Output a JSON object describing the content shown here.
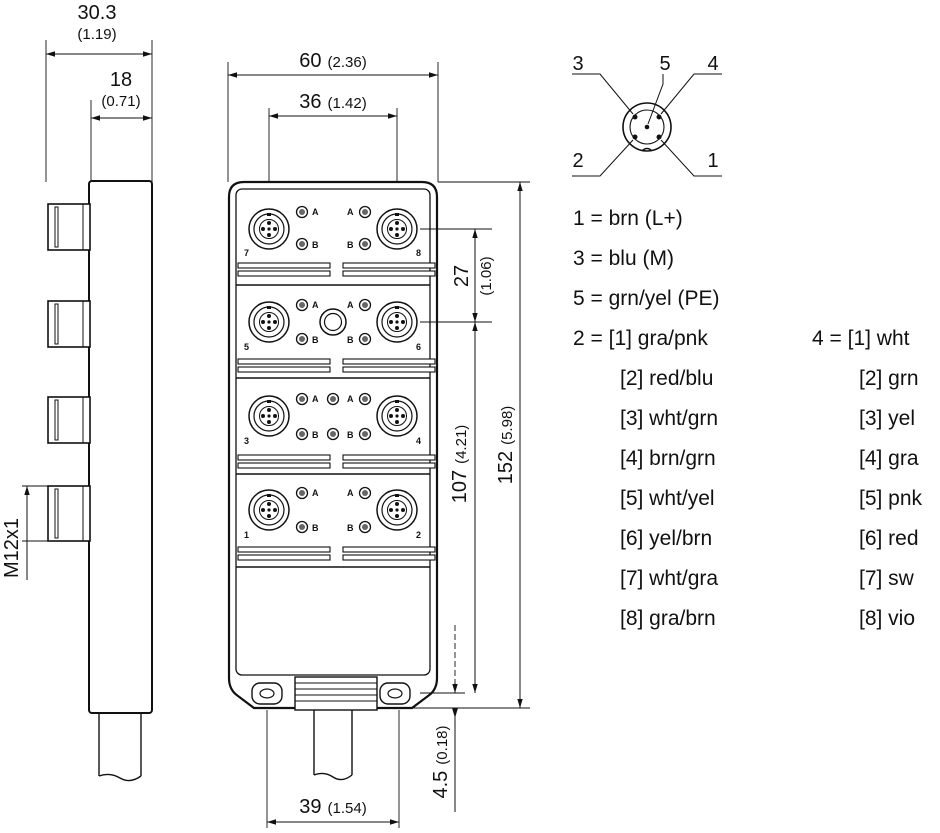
{
  "dimensions": {
    "side_total": "30.3",
    "side_total_in": "(1.19)",
    "side_body": "18",
    "side_body_in": "(0.71)",
    "connector_thread": "M12x1",
    "width": "60",
    "width_in": "(2.36)",
    "pitch_x": "36",
    "pitch_x_in": "(1.42)",
    "pitch_y": "27",
    "pitch_y_in": "(1.06)",
    "span": "107",
    "span_in": "(4.21)",
    "height": "152",
    "height_in": "(5.98)",
    "hole": "4.5",
    "hole_in": "(0.18)",
    "cable_spacing": "39",
    "cable_spacing_in": "(1.54)"
  },
  "port_numbers": [
    "7",
    "8",
    "5",
    "6",
    "3",
    "4",
    "1",
    "2"
  ],
  "led_labels": {
    "a": "A",
    "b": "B"
  },
  "pinout": {
    "p3": "3",
    "p5": "5",
    "p4": "4",
    "p2": "2",
    "p1": "1"
  },
  "legend": {
    "line1": "1 = brn (L+)",
    "line2": "3 = blu (M)",
    "line3": "5 = grn/yel (PE)",
    "pin2_head": "2 = [1] gra/pnk",
    "pin2_items": [
      "[2] red/blu",
      "[3] wht/grn",
      "[4] brn/grn",
      "[5] wht/yel",
      "[6] yel/brn",
      "[7] wht/gra",
      "[8] gra/brn"
    ],
    "pin4_head": "4 = [1] wht",
    "pin4_items": [
      "[2] grn",
      "[3] yel",
      "[4] gra",
      "[5] pnk",
      "[6] red",
      "[7] sw",
      "[8] vio"
    ]
  }
}
